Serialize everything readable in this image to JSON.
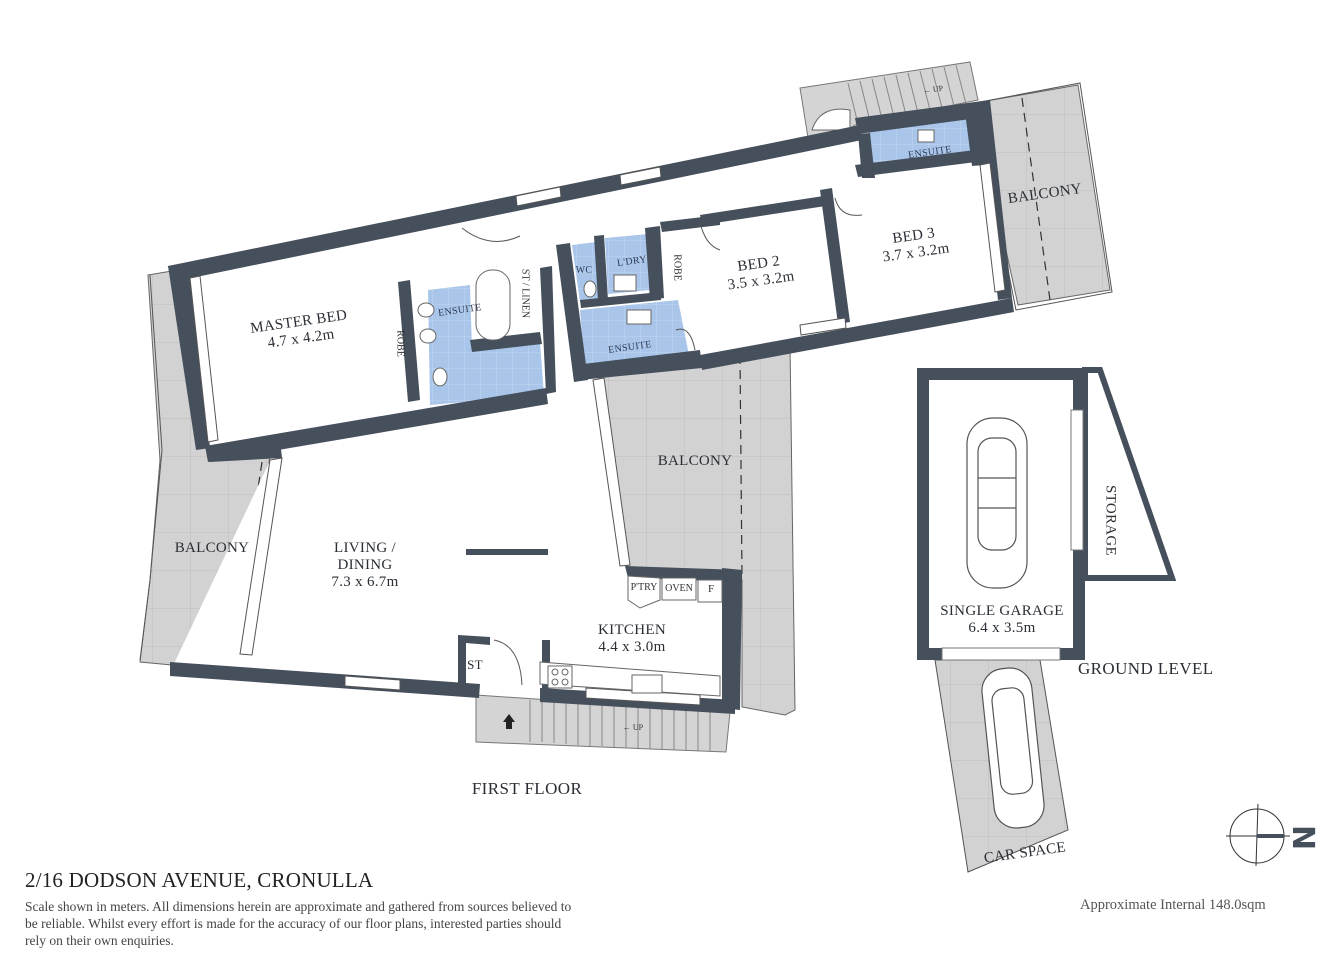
{
  "property": {
    "address": "2/16 DODSON AVENUE, CRONULLA",
    "disclaimer": "Scale shown in meters. All dimensions herein are approximate  and gathered from sources believed to be reliable. Whilst every effort is made for the accuracy of our floor plans, interested parties should rely on their own enquiries.",
    "internal_area": "Approximate Internal 148.0sqm"
  },
  "levels": {
    "first_floor": "FIRST FLOOR",
    "ground_level": "GROUND LEVEL"
  },
  "rooms": {
    "master_bed": {
      "name": "MASTER BED",
      "dims": "4.7 x 4.2m"
    },
    "living_dining": {
      "name_line1": "LIVING /",
      "name_line2": "DINING",
      "dims": "7.3 x 6.7m"
    },
    "kitchen": {
      "name": "KITCHEN",
      "dims": "4.4 x 3.0m"
    },
    "bed2": {
      "name": "BED 2",
      "dims": "3.5 x 3.2m"
    },
    "bed3": {
      "name": "BED 3",
      "dims": "3.7 x 3.2m"
    },
    "single_garage": {
      "name": "SINGLE GARAGE",
      "dims": "6.4 x 3.5m"
    }
  },
  "spaces": {
    "balcony_west": "BALCONY",
    "balcony_centre": "BALCONY",
    "balcony_east": "BALCONY",
    "storage": "STORAGE",
    "car_space": "CAR SPACE",
    "ensuite_master": "ENSUITE",
    "ensuite_bed2": "ENSUITE",
    "ensuite_bed3": "ENSUITE",
    "robe_master": "ROBE",
    "robe_bed2": "ROBE",
    "st_linen": "ST / LINEN",
    "wc": "WC",
    "laundry": "L'DRY",
    "store": "ST",
    "pantry": "P'TRY",
    "oven": "OVEN",
    "fridge": "F",
    "stairs_up_front": "UP",
    "stairs_up_rear": "UP"
  },
  "compass": {
    "direction": "N"
  },
  "colors": {
    "wall": "#464f5c",
    "wet_area": "#a9c6ea",
    "balcony": "#d2d2d2",
    "stairs": "#d4d4d4"
  }
}
